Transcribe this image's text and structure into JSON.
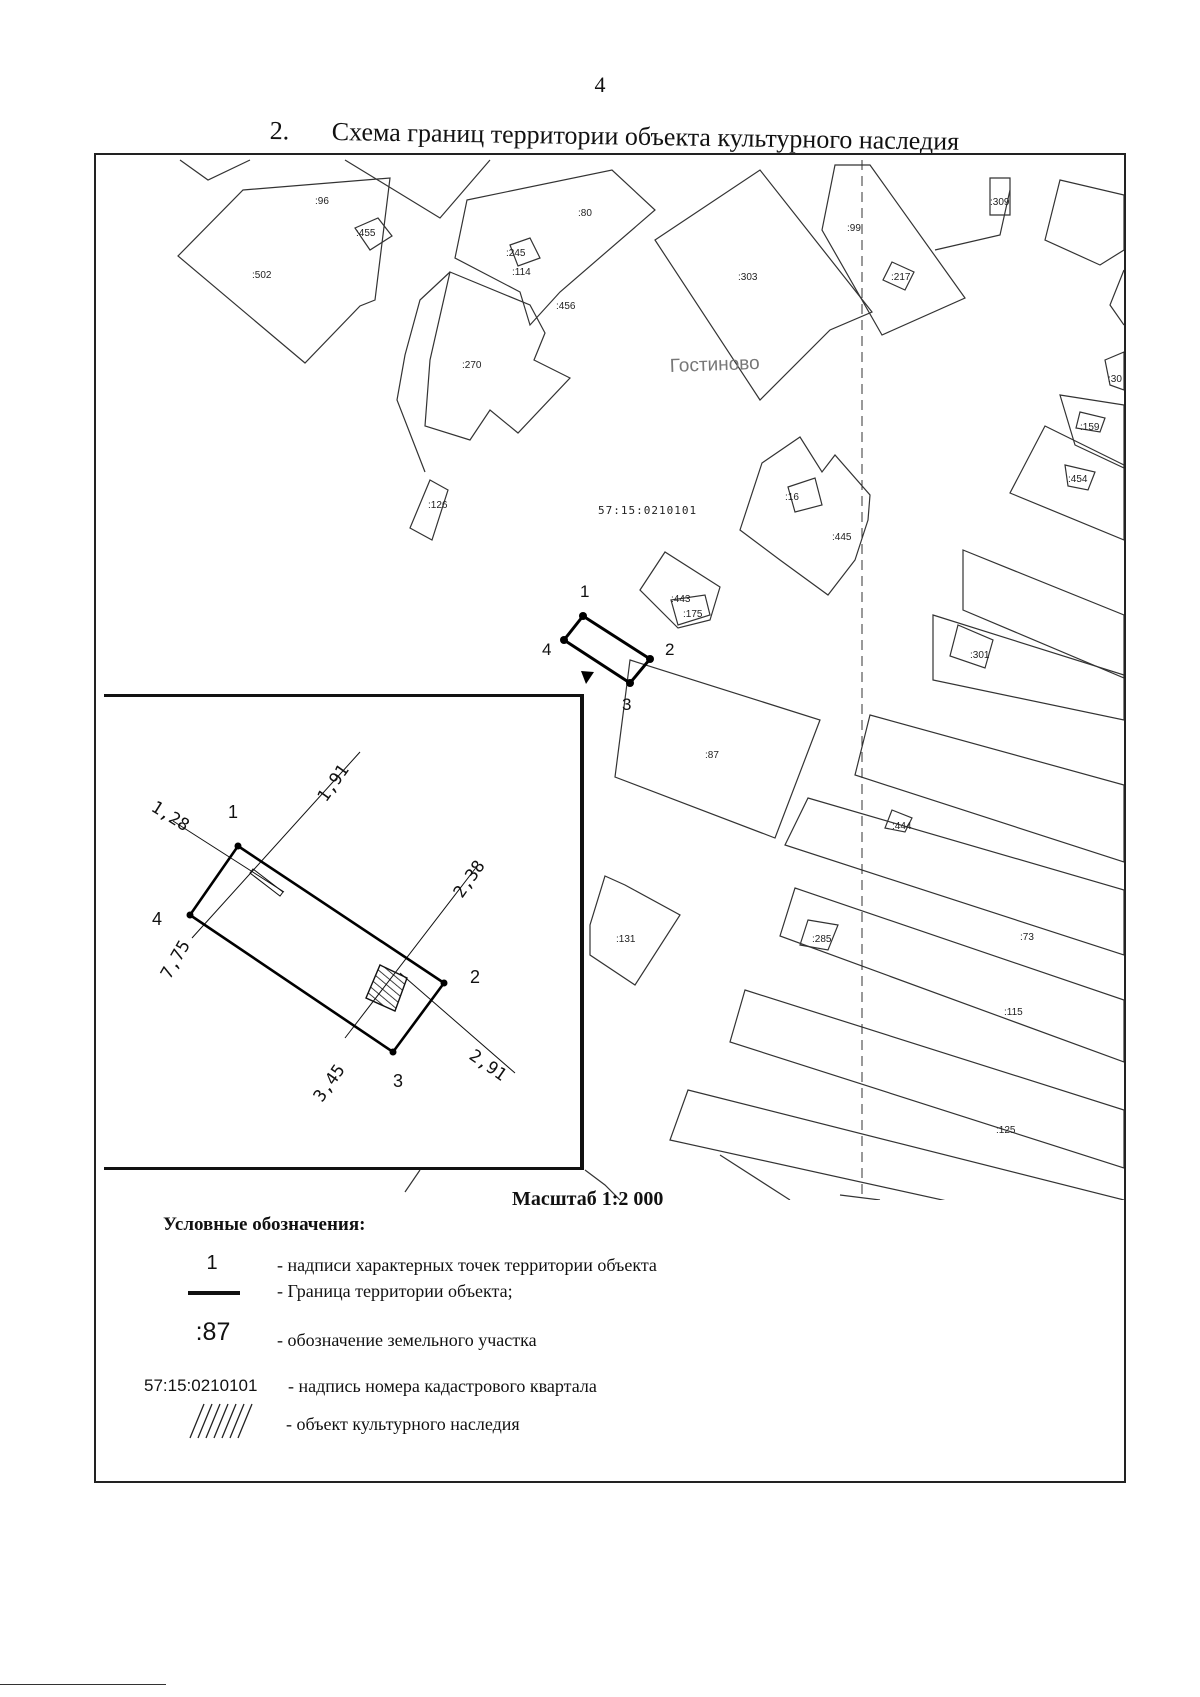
{
  "page_number": "4",
  "heading": {
    "number": "2.",
    "title": "Схема границ территории объекта культурного наследия"
  },
  "map": {
    "parcels": [
      ":96",
      ":455",
      ":502",
      ":80",
      ":245",
      ":114",
      ":456",
      ":270",
      ":303",
      ":99",
      ":217",
      ":309",
      ":30",
      ":159",
      ":454",
      ":16",
      ":445",
      ":126",
      ":443",
      ":175",
      ":301",
      ":87",
      ":444",
      ":131",
      ":73",
      ":285",
      ":115",
      ":125"
    ],
    "place_name": "Гостиново",
    "cadastral_quarter": "57:15:0210101",
    "points": [
      "1",
      "2",
      "3",
      "4"
    ]
  },
  "inset": {
    "points": [
      "1",
      "2",
      "3",
      "4"
    ],
    "dimensions": [
      "1,91",
      "1,28",
      "2,38",
      "7,75",
      "3,45",
      "2,91"
    ]
  },
  "scale": "Масштаб 1:2 000",
  "legend": {
    "title": "Условные обозначения:",
    "items": [
      {
        "symbol": "1",
        "text": "- надписи характерных точек территории объекта"
      },
      {
        "symbol": "",
        "text": "- Граница территории объекта;"
      },
      {
        "symbol": ":87",
        "text": "- обозначение земельного участка"
      },
      {
        "symbol": "57:15:0210101",
        "text": "- надпись номера кадастрового квартала"
      },
      {
        "symbol": "",
        "text": "- объект культурного наследия"
      }
    ]
  }
}
